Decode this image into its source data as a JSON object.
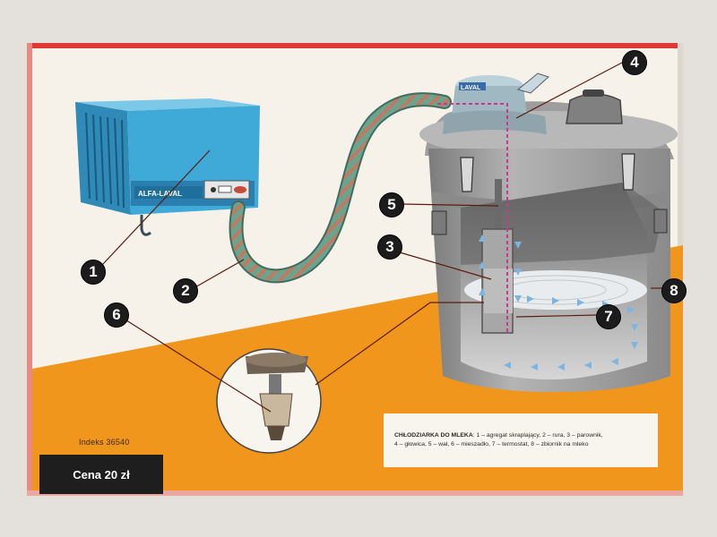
{
  "brand": {
    "unit_label": "ALFA-LAVAL",
    "head_label": "LAVAL"
  },
  "callouts": [
    "1",
    "2",
    "3",
    "4",
    "5",
    "6",
    "7",
    "8"
  ],
  "caption": {
    "title": "CHŁODZIARKA DO MLEKA",
    "separator": ": ",
    "line1": "1 – agregat skraplający, 2 – rura, 3 – parownik,",
    "line2": "4 – głowica, 5 – wał, 6 – mieszadło, 7 – termostat, 8 – zbiornik na mleko"
  },
  "indeks": "Indeks 36540",
  "price": "Cena 20 zł",
  "colors": {
    "background": "#f6f2ea",
    "orange": "#f0961c",
    "unit_blue": "#3fa9d8",
    "tank_grey": "#a4a4a4",
    "pipe_green": "#5e9e8a",
    "callout_black": "#1c1c1c",
    "red_edge": "#e03a34"
  },
  "icons": [
    "refrigeration-unit-icon",
    "milk-tank-icon",
    "stirrer-icon",
    "hose-icon"
  ]
}
